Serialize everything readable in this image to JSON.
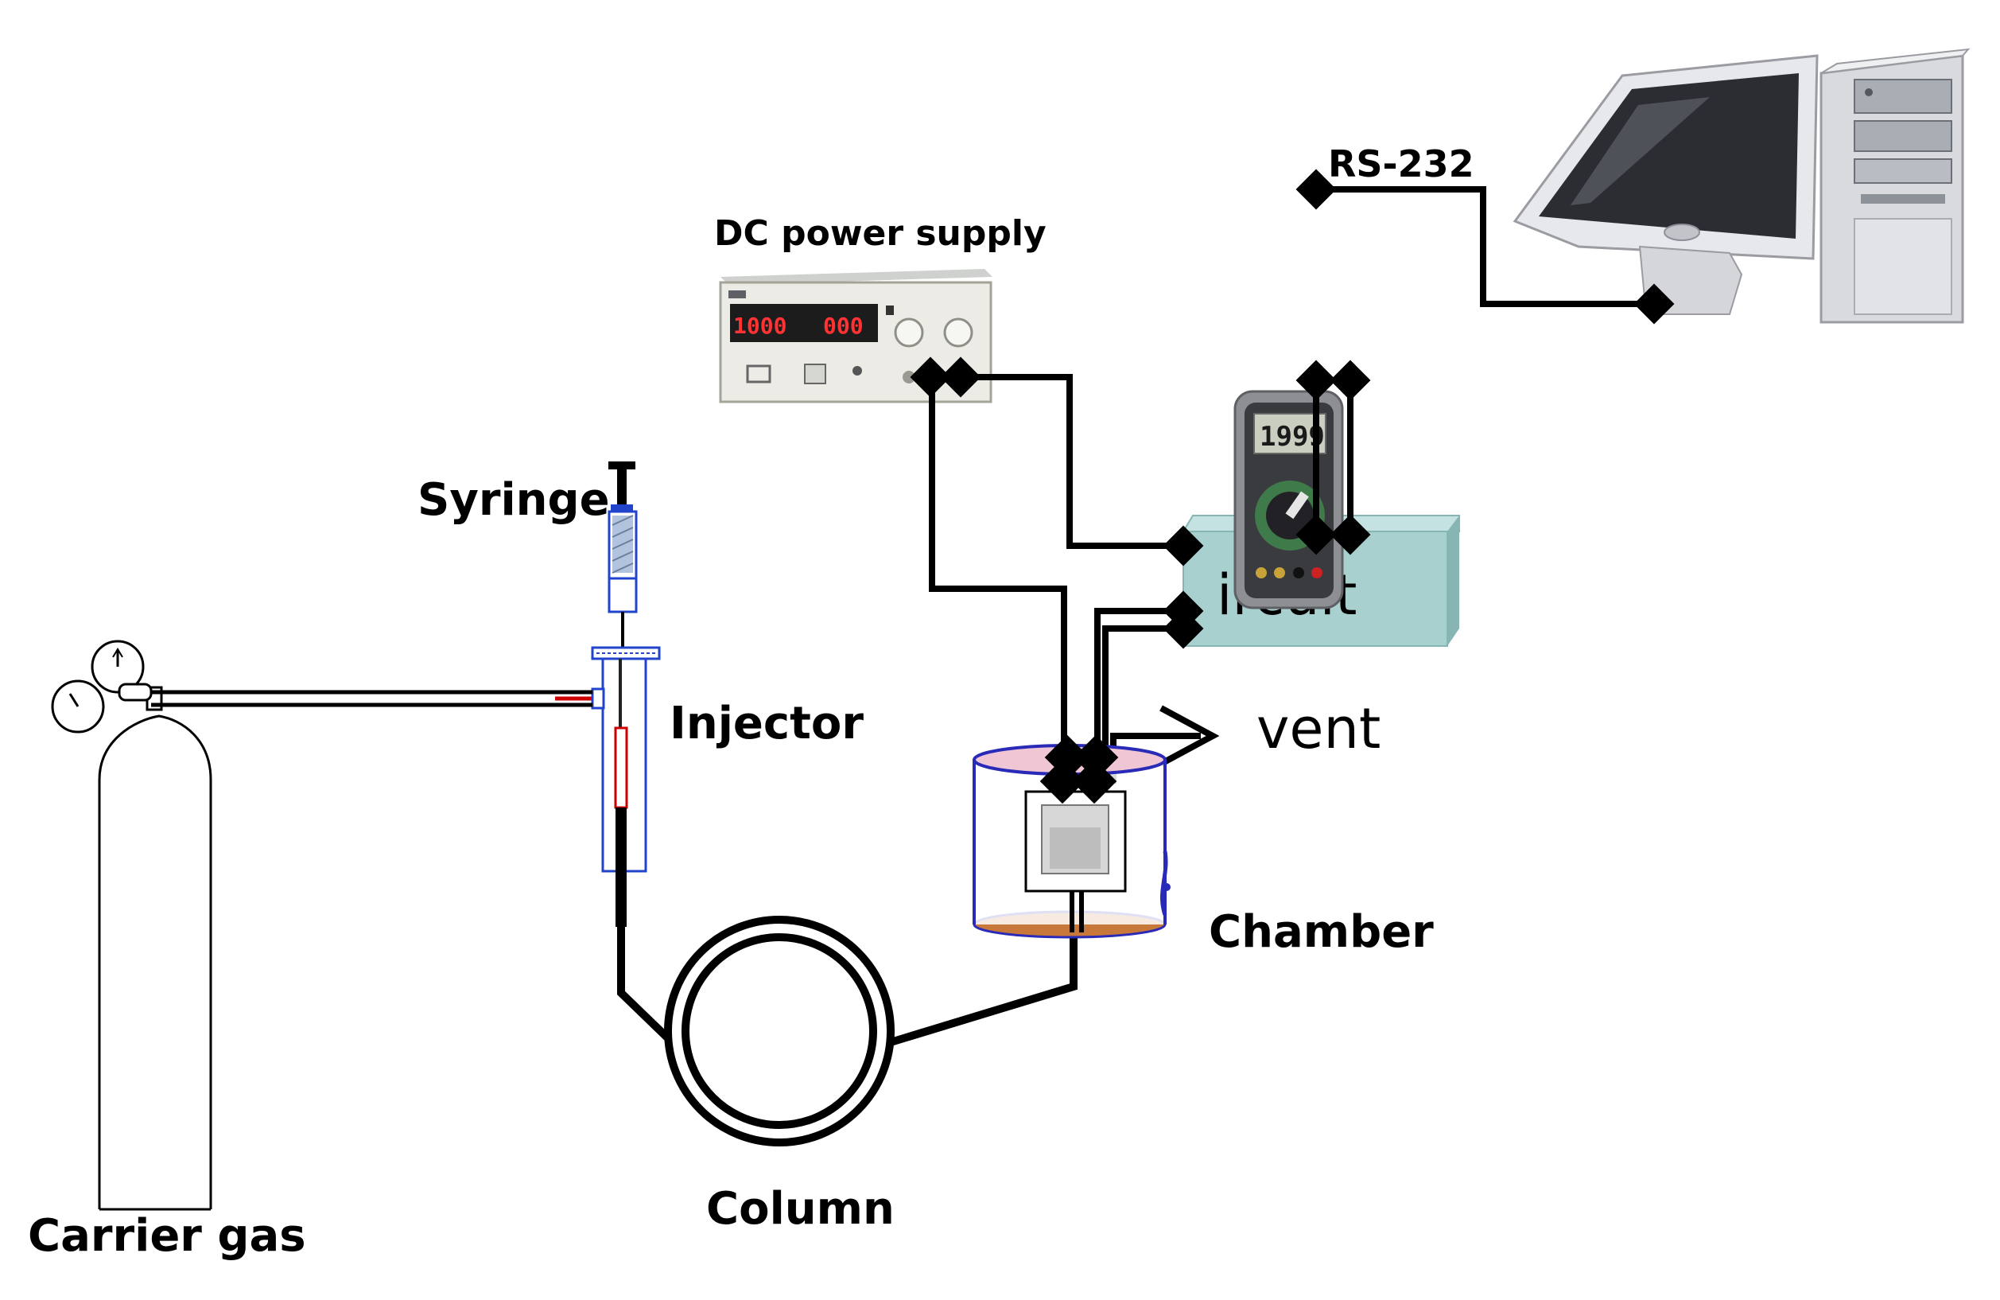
{
  "labels": {
    "rs232": "RS-232",
    "dc_power_supply": "DC power supply",
    "syringe": "Syringe",
    "injector": "Injector",
    "vent": "vent",
    "chamber": "Chamber",
    "column": "Column",
    "carrier_gas": "Carrier gas",
    "circuit_fragment": "ircuit"
  },
  "displays": {
    "power_left": "1000",
    "power_right": "000",
    "multimeter": "1999"
  },
  "colors": {
    "wire": "#000000",
    "circuit_box": "#a8d0cf",
    "circuit_box_edge": "#86b5b4",
    "injector_blue": "#2244cc",
    "chamber_blue": "#2a2ab8",
    "chamber_top": "#f0c6d4",
    "chamber_base": "#c8783a",
    "led_red": "#ff3333",
    "inlet_red": "#cc0000"
  },
  "icons": {
    "computer": "desktop-computer-icon",
    "power_supply": "dc-power-supply-icon",
    "multimeter": "multimeter-icon",
    "gas_cylinder": "gas-cylinder-icon",
    "syringe": "syringe-icon",
    "injector": "injector-icon",
    "column": "coiled-column-icon",
    "chamber": "sensor-chamber-icon",
    "connector": "diamond-connector-icon"
  }
}
